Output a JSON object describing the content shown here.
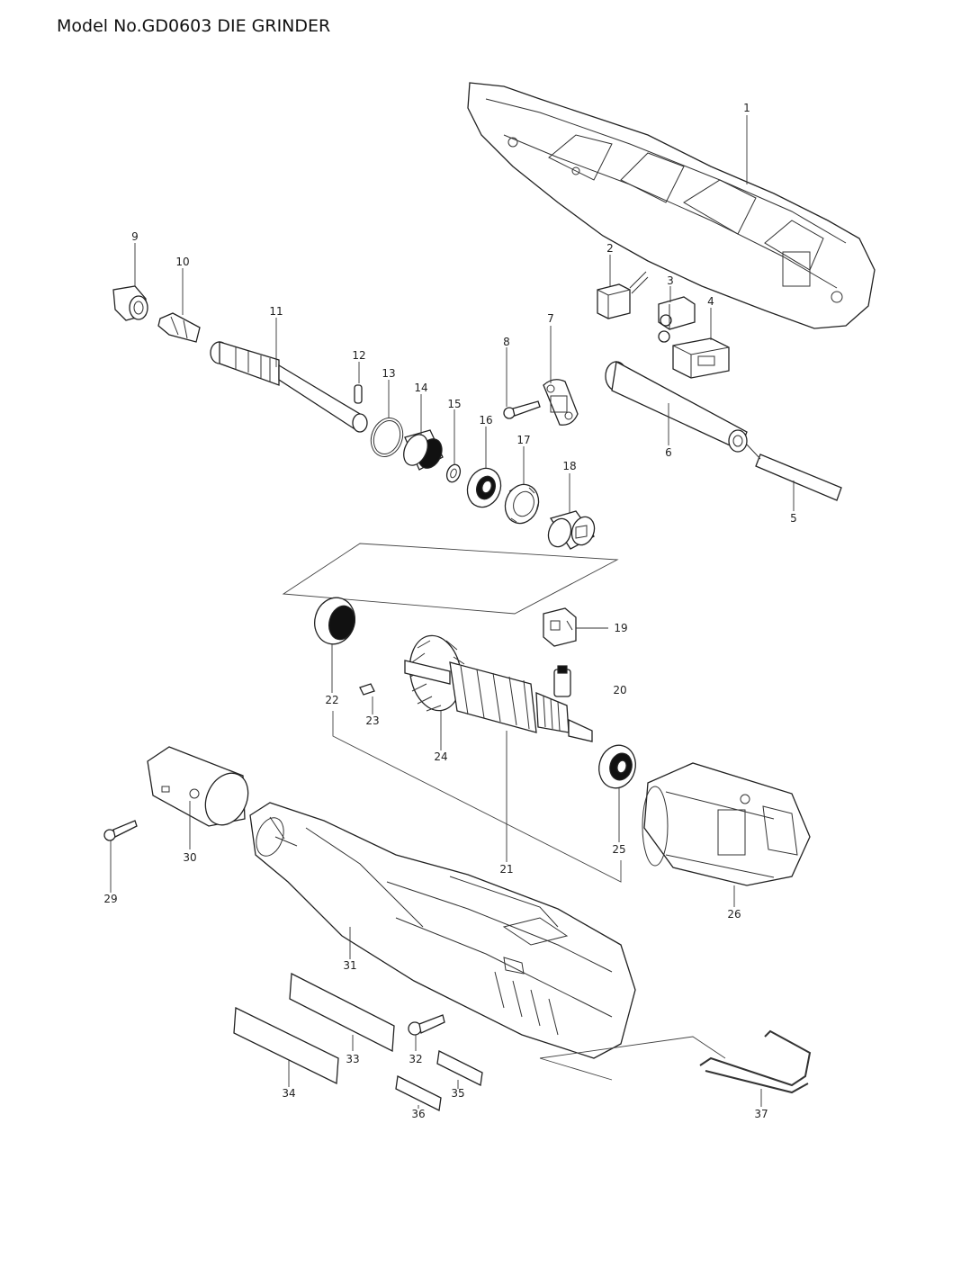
{
  "title": "Model No.GD0603 DIE GRINDER",
  "part_numbers": [
    "1",
    "2",
    "3",
    "4",
    "5",
    "6",
    "7",
    "8",
    "9",
    "10",
    "11",
    "12",
    "13",
    "14",
    "15",
    "16",
    "17",
    "18",
    "19",
    "20",
    "21",
    "22",
    "23",
    "24",
    "25",
    "26",
    "29",
    "30",
    "31",
    "32",
    "33",
    "34",
    "35",
    "36",
    "37"
  ]
}
